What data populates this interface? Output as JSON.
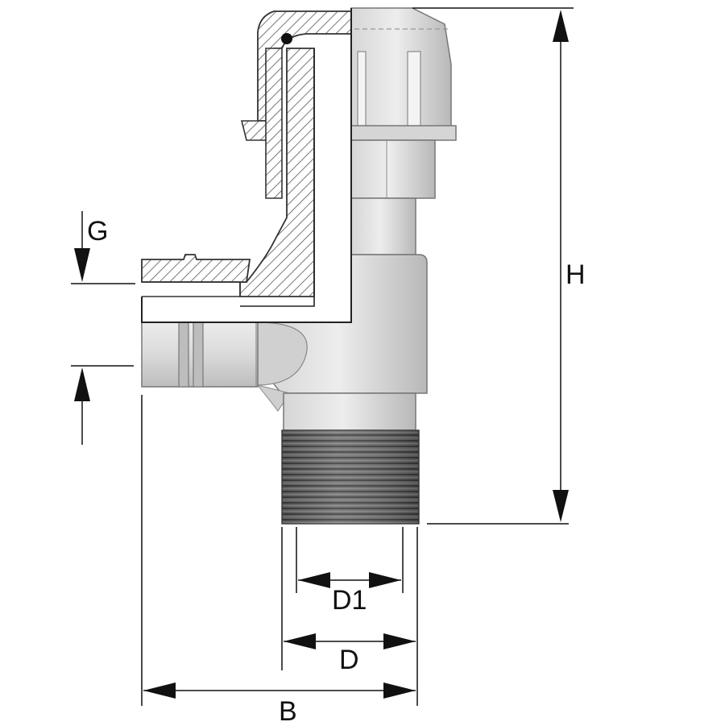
{
  "diagram": {
    "labels": {
      "G": "G",
      "H": "H",
      "D1": "D1",
      "D": "D",
      "B": "B"
    },
    "colors": {
      "body_light": "#e2e2e2",
      "body_mid": "#c9c9c9",
      "body_dark": "#a6a6a6",
      "thread_dark": "#5e5e5e",
      "section": "#ffffff",
      "line": "#111111"
    }
  }
}
